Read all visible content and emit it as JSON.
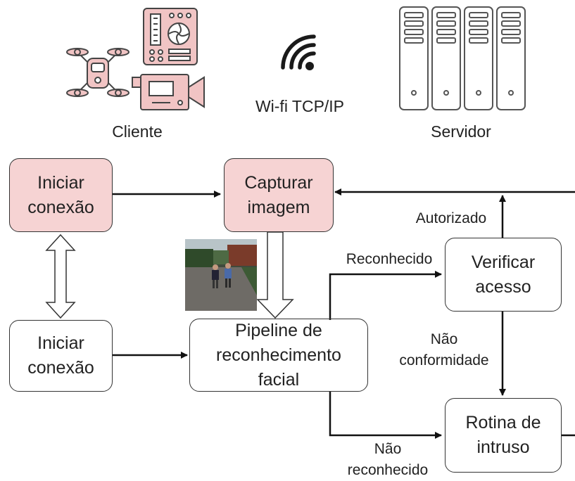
{
  "header": {
    "client_label": "Cliente",
    "link_label": "Wi-fi TCP/IP",
    "server_label": "Servidor"
  },
  "boxes": {
    "client_connect": "Iniciar\nconexão",
    "capture": "Capturar\nimagem",
    "server_connect": "Iniciar\nconexão",
    "pipeline": "Pipeline de\nreconhecimento\nfacial",
    "verify": "Verificar\nacesso",
    "intruder": "Rotina de\nintruso"
  },
  "edge_labels": {
    "authorized": "Autorizado",
    "recognized": "Reconhecido",
    "non_conformity": "Não\nconformidade",
    "not_recognized": "Não\nreconhecido"
  },
  "colors": {
    "client_fill": "#f6d3d3",
    "icon_pink": "#f1c4c4",
    "stroke": "#333333"
  },
  "icons": [
    "drone-icon",
    "circuit-board-icon",
    "video-camera-icon",
    "wifi-icon",
    "server-rack-icon"
  ]
}
